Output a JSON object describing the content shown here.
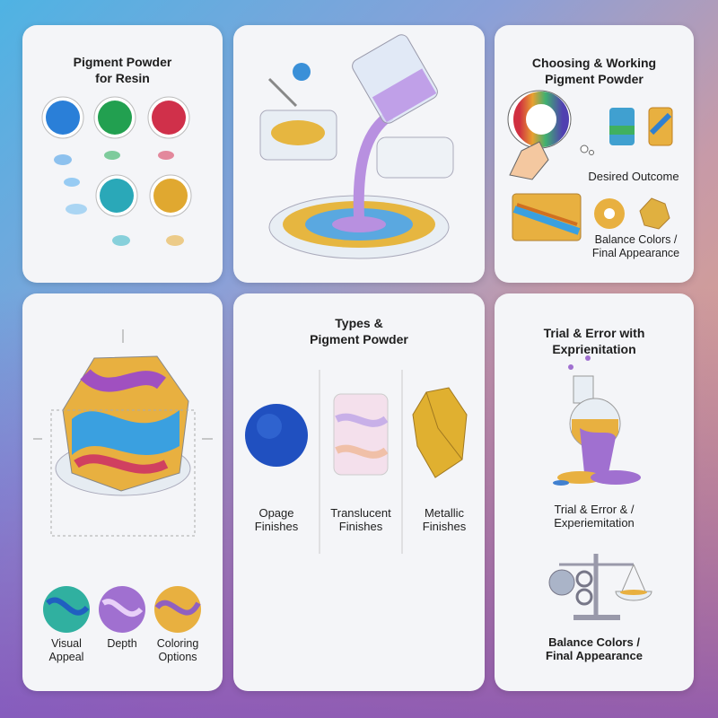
{
  "card1": {
    "title": "Pigment Powder\nfor Resin",
    "powders": [
      "#2a7fd8",
      "#22a050",
      "#d0304a",
      "#2aa8b8",
      "#e0a830"
    ]
  },
  "card2": {
    "illustration": "resin-pouring"
  },
  "card3": {
    "title": "Choosing & Working\nPigment Powder",
    "desired": "Desired Outcome",
    "balance": "Balance Colors /\nFinal Appearance"
  },
  "card4": {
    "items": [
      {
        "label": "Visual\nAppeal"
      },
      {
        "label": "Depth"
      },
      {
        "label": "Coloring\nOptions"
      }
    ]
  },
  "card5": {
    "title": "Types &\nPigment Powder",
    "types": [
      {
        "label": "Opage\nFinishes"
      },
      {
        "label": "Translucent\nFinishes"
      },
      {
        "label": "Metallic\nFinishes"
      }
    ]
  },
  "card6": {
    "title": "Trial & Error with\nExprienitation",
    "caption1": "Trial & Error & /\nExperiemitation",
    "caption2": "Balance Colors /\nFinal Appearance"
  }
}
